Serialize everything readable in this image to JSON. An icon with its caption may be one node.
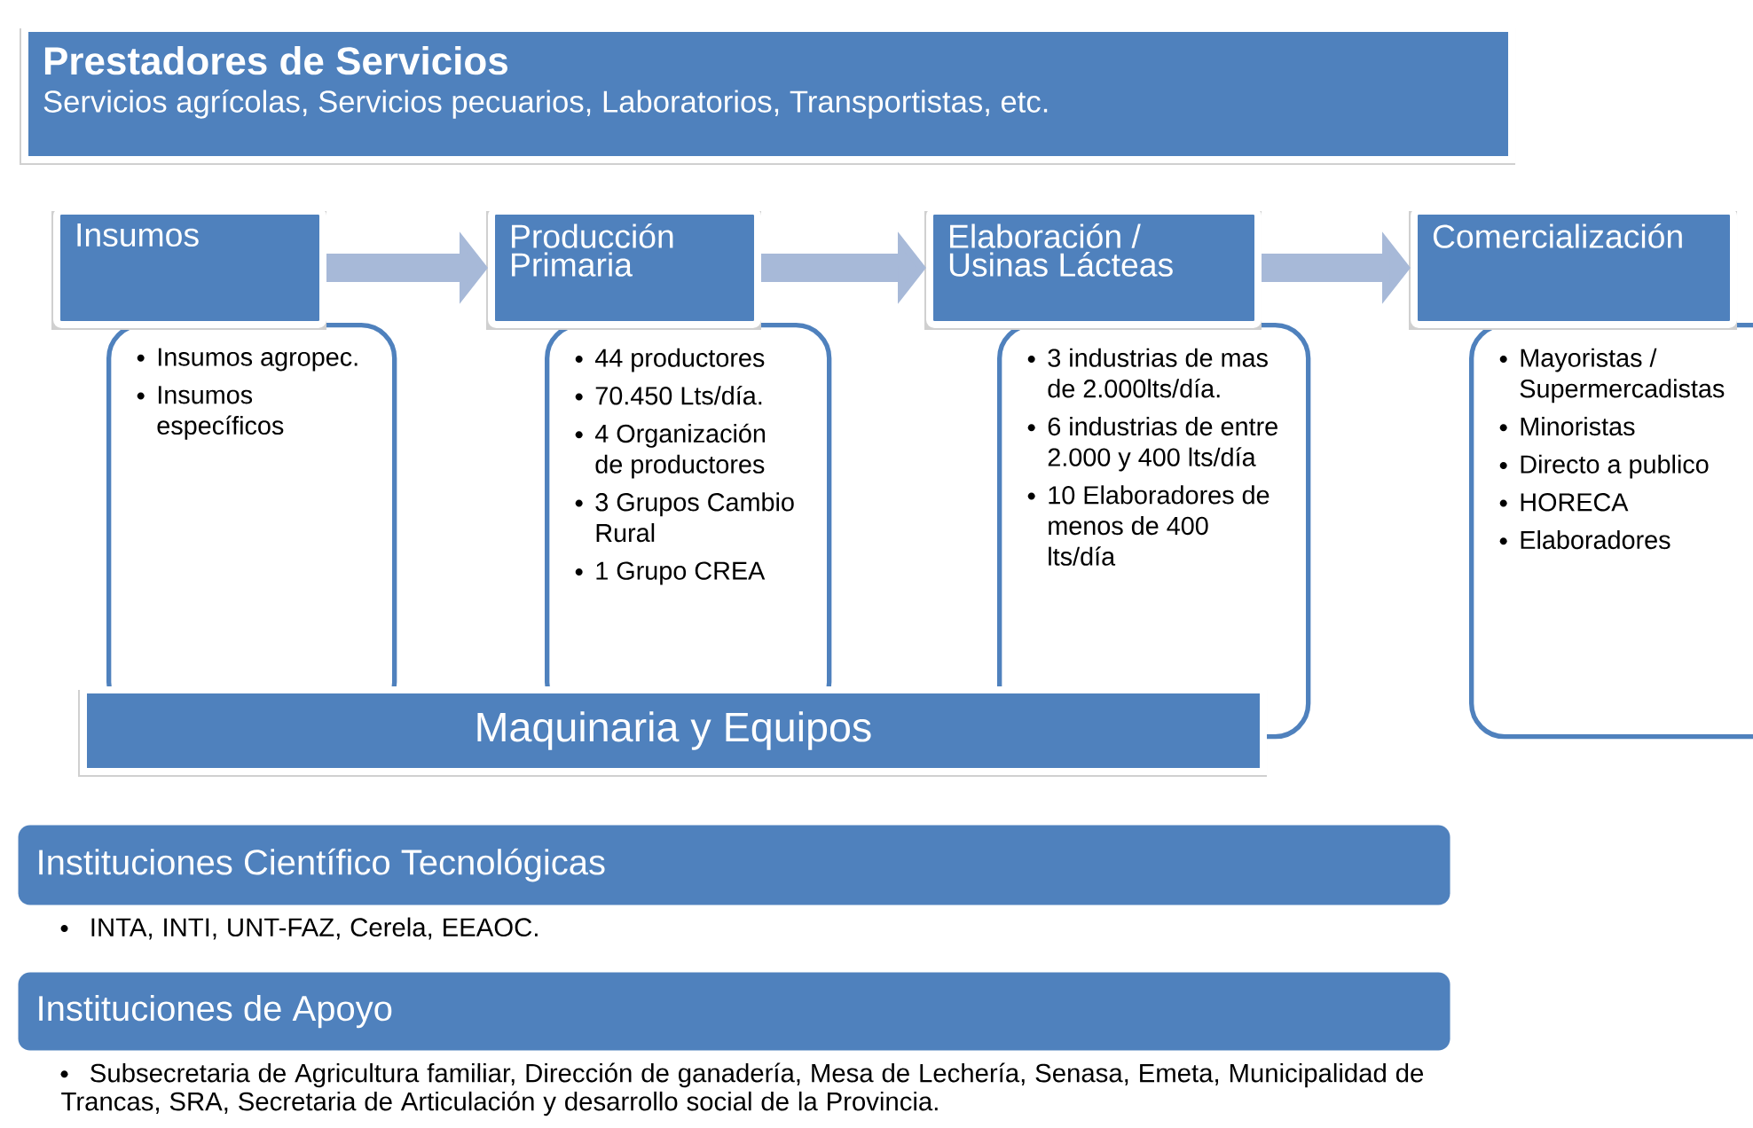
{
  "diagram": {
    "nodes": [
      {
        "text": [
          "Prestadores de Servicios",
          "Servicios agrícolas, Servicios pecuarios, Laboratorios, Transportistas, etc."
        ]
      },
      {
        "text": [
          "Insumos"
        ]
      },
      {
        "text": [
          "Insumos agropec.",
          "Insumos específicos"
        ]
      },
      {
        "text": [
          "Producción Primaria"
        ]
      },
      {
        "text": [
          "44 productores",
          "70.450 Lts/día.",
          "4 Organización de productores",
          "3 Grupos Cambio Rural",
          "1 Grupo CREA"
        ]
      },
      {
        "text": [
          "Elaboración / Usinas Lácteas"
        ]
      },
      {
        "text": [
          "3 industrias de mas de 2.000lts/día.",
          "6 industrias de entre 2.000 y 400 lts/día",
          "10 Elaboradores de menos de 400 lts/día"
        ]
      },
      {
        "text": [
          "Comercialización"
        ]
      },
      {
        "text": [
          "Mayoristas / Supermercadistas",
          "Minoristas",
          "Directo a publico",
          "HORECA",
          "Elaboradores"
        ]
      },
      {
        "text": [
          "Maquinaria y Equipos"
        ]
      },
      {
        "text": [
          "Instituciones Científico Tecnológicas"
        ],
        "beside": [
          "INTA, INTI, UNT-FAZ, Cerela, EEAOC."
        ]
      },
      {
        "text": [
          "Instituciones de Apoyo"
        ],
        "beside": [
          "Subsecretaria de Agricultura familiar, Dirección de ganadería, Mesa de Lechería, Senasa, Emeta, Municipalidad de Trancas, SRA, Secretaria de Articulación y desarrollo social de la Provincia."
        ]
      }
    ],
    "edges": [
      {
        "from": 1,
        "to": 3,
        "arrow": "to"
      },
      {
        "from": 3,
        "to": 5,
        "arrow": "to"
      },
      {
        "from": 5,
        "to": 7,
        "arrow": "to"
      }
    ]
  }
}
